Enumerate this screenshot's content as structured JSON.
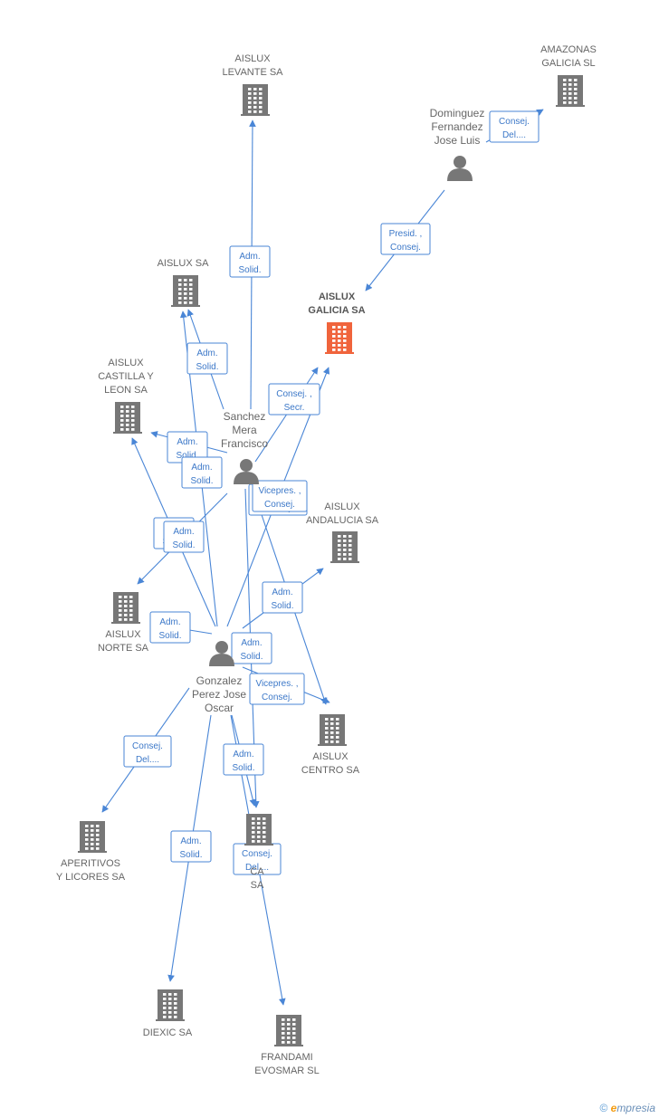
{
  "companies": [
    {
      "id": "levante",
      "lines": [
        "AISLUX",
        "LEVANTE SA"
      ],
      "highlight": false
    },
    {
      "id": "amazonas",
      "lines": [
        "AMAZONAS",
        "GALICIA SL"
      ],
      "highlight": false
    },
    {
      "id": "aisluxsa",
      "lines": [
        "AISLUX SA"
      ],
      "highlight": false
    },
    {
      "id": "galicia",
      "lines": [
        "AISLUX",
        "GALICIA SA"
      ],
      "highlight": true
    },
    {
      "id": "castilla",
      "lines": [
        "AISLUX",
        "CASTILLA Y",
        "LEON SA"
      ],
      "highlight": false
    },
    {
      "id": "andalucia",
      "lines": [
        "AISLUX",
        "ANDALUCIA SA"
      ],
      "highlight": false
    },
    {
      "id": "norte",
      "lines": [
        "AISLUX",
        "NORTE SA"
      ],
      "highlight": false
    },
    {
      "id": "centro",
      "lines": [
        "AISLUX",
        "CENTRO SA"
      ],
      "highlight": false
    },
    {
      "id": "aperitivos",
      "lines": [
        "APERITIVOS",
        "Y LICORES SA"
      ],
      "highlight": false
    },
    {
      "id": "ca",
      "lines": [
        "CA",
        "SA"
      ],
      "highlight": false
    },
    {
      "id": "diexic",
      "lines": [
        "DIEXIC SA"
      ],
      "highlight": false
    },
    {
      "id": "frandami",
      "lines": [
        "FRANDAMI",
        "EVOSMAR SL"
      ],
      "highlight": false
    }
  ],
  "persons": [
    {
      "id": "dominguez",
      "lines": [
        "Dominguez",
        "Fernandez",
        "Jose Luis"
      ]
    },
    {
      "id": "sanchez",
      "lines": [
        "Sanchez",
        "Mera",
        "Francisco"
      ]
    },
    {
      "id": "gonzalez",
      "lines": [
        "Gonzalez",
        "Perez Jose",
        "Oscar"
      ]
    }
  ],
  "edges": [
    {
      "from": "dominguez",
      "to": "amazonas",
      "label": [
        "Consej.",
        "Del...."
      ]
    },
    {
      "from": "dominguez",
      "to": "galicia",
      "label": [
        "Presid. ,",
        "Consej."
      ]
    },
    {
      "from": "sanchez",
      "to": "levante",
      "label": [
        "Adm.",
        "Solid."
      ]
    },
    {
      "from": "sanchez",
      "to": "aisluxsa",
      "label": [
        "Adm.",
        "Solid."
      ]
    },
    {
      "from": "sanchez",
      "to": "galicia",
      "label": [
        "Consej. ,",
        "Secr."
      ]
    },
    {
      "from": "sanchez",
      "to": "castilla",
      "label": [
        "Adm.",
        "Solid."
      ]
    },
    {
      "from": "sanchez",
      "to": "norte",
      "label": [
        "Adm.",
        "Solid."
      ]
    },
    {
      "from": "sanchez",
      "to": "centro",
      "label": [
        "Vicepres. ,",
        "Consej."
      ]
    },
    {
      "from": "sanchez",
      "to": "ca",
      "label": [
        "Adm.",
        "Solid."
      ]
    },
    {
      "from": "gonzalez",
      "to": "aisluxsa",
      "label": [
        "Adm.",
        "Solid."
      ]
    },
    {
      "from": "gonzalez",
      "to": "castilla",
      "label": [
        "Adm.",
        "Solid."
      ]
    },
    {
      "from": "gonzalez",
      "to": "galicia",
      "label": [
        "Vicepres. ,",
        "Consej."
      ]
    },
    {
      "from": "gonzalez",
      "to": "andalucia",
      "label": [
        "Adm.",
        "Solid."
      ]
    },
    {
      "from": "gonzalez",
      "to": "norte",
      "label": [
        "Adm.",
        "Solid."
      ]
    },
    {
      "from": "gonzalez",
      "to": "centro",
      "label": [
        "Vicepres. ,",
        "Consej."
      ]
    },
    {
      "from": "gonzalez",
      "to": "aperitivos",
      "label": [
        "Consej.",
        "Del...."
      ]
    },
    {
      "from": "gonzalez",
      "to": "ca",
      "label": [
        "Adm.",
        "Solid."
      ]
    },
    {
      "from": "gonzalez",
      "to": "diexic",
      "label": [
        "Adm.",
        "Solid."
      ]
    },
    {
      "from": "gonzalez",
      "to": "frandami",
      "label": [
        "Consej.",
        "Del...."
      ]
    }
  ],
  "colors": {
    "edge": "#4a86d6",
    "building": "#777777",
    "building_highlight": "#f0643c",
    "person": "#777777"
  },
  "watermark": {
    "symbol": "©",
    "brand_initial": "e",
    "brand_rest": "mpresia"
  }
}
